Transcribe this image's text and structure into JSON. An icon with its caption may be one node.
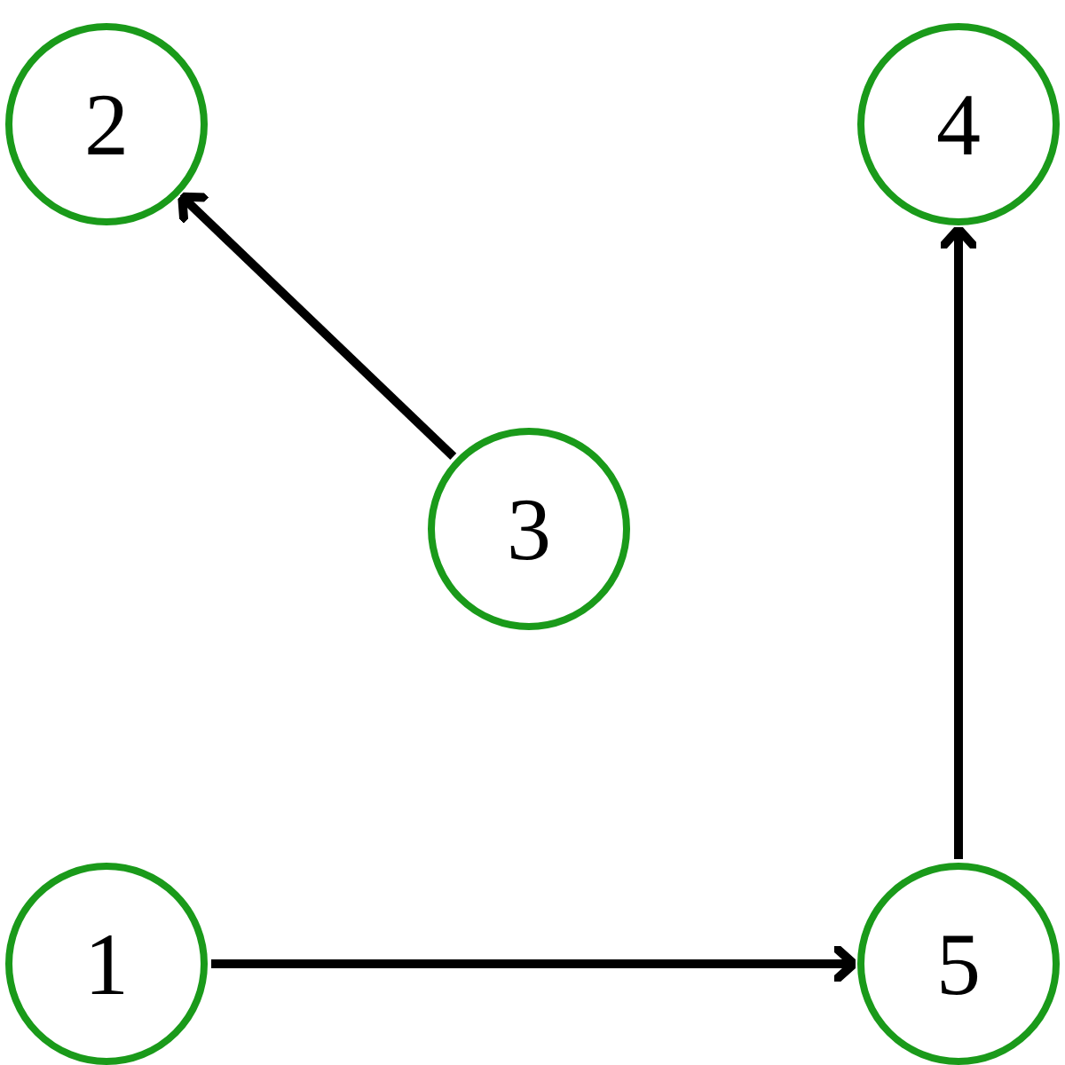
{
  "diagram": {
    "nodes": [
      {
        "text": [
          "2"
        ]
      },
      {
        "text": [
          "4"
        ]
      },
      {
        "text": [
          "3"
        ]
      },
      {
        "text": [
          "1"
        ]
      },
      {
        "text": [
          "5"
        ]
      }
    ],
    "edges": [
      {
        "from": 2,
        "to": 0,
        "arrow": "to"
      },
      {
        "from": 4,
        "to": 1,
        "arrow": "to"
      },
      {
        "from": 3,
        "to": 4,
        "arrow": "to"
      }
    ]
  }
}
